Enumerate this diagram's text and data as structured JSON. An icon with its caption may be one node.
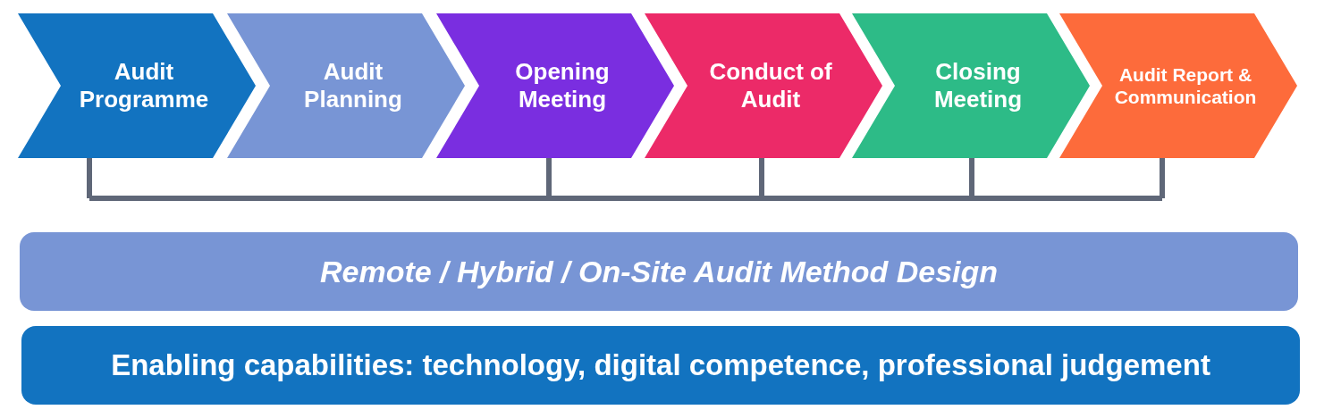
{
  "diagram": {
    "nodes": [
      {
        "text": [
          "Audit Programme"
        ]
      },
      {
        "text": [
          "Audit Planning"
        ]
      },
      {
        "text": [
          "Opening Meeting"
        ]
      },
      {
        "text": [
          "Conduct of Audit"
        ]
      },
      {
        "text": [
          "Closing Meeting"
        ]
      },
      {
        "text": [
          "Audit Report & Communication"
        ]
      },
      {
        "text": [
          "Remote / Hybrid / On-Site Audit Method Design"
        ]
      },
      {
        "text": [
          "Enabling capabilities: technology, digital competence, professional judgement"
        ]
      }
    ]
  }
}
